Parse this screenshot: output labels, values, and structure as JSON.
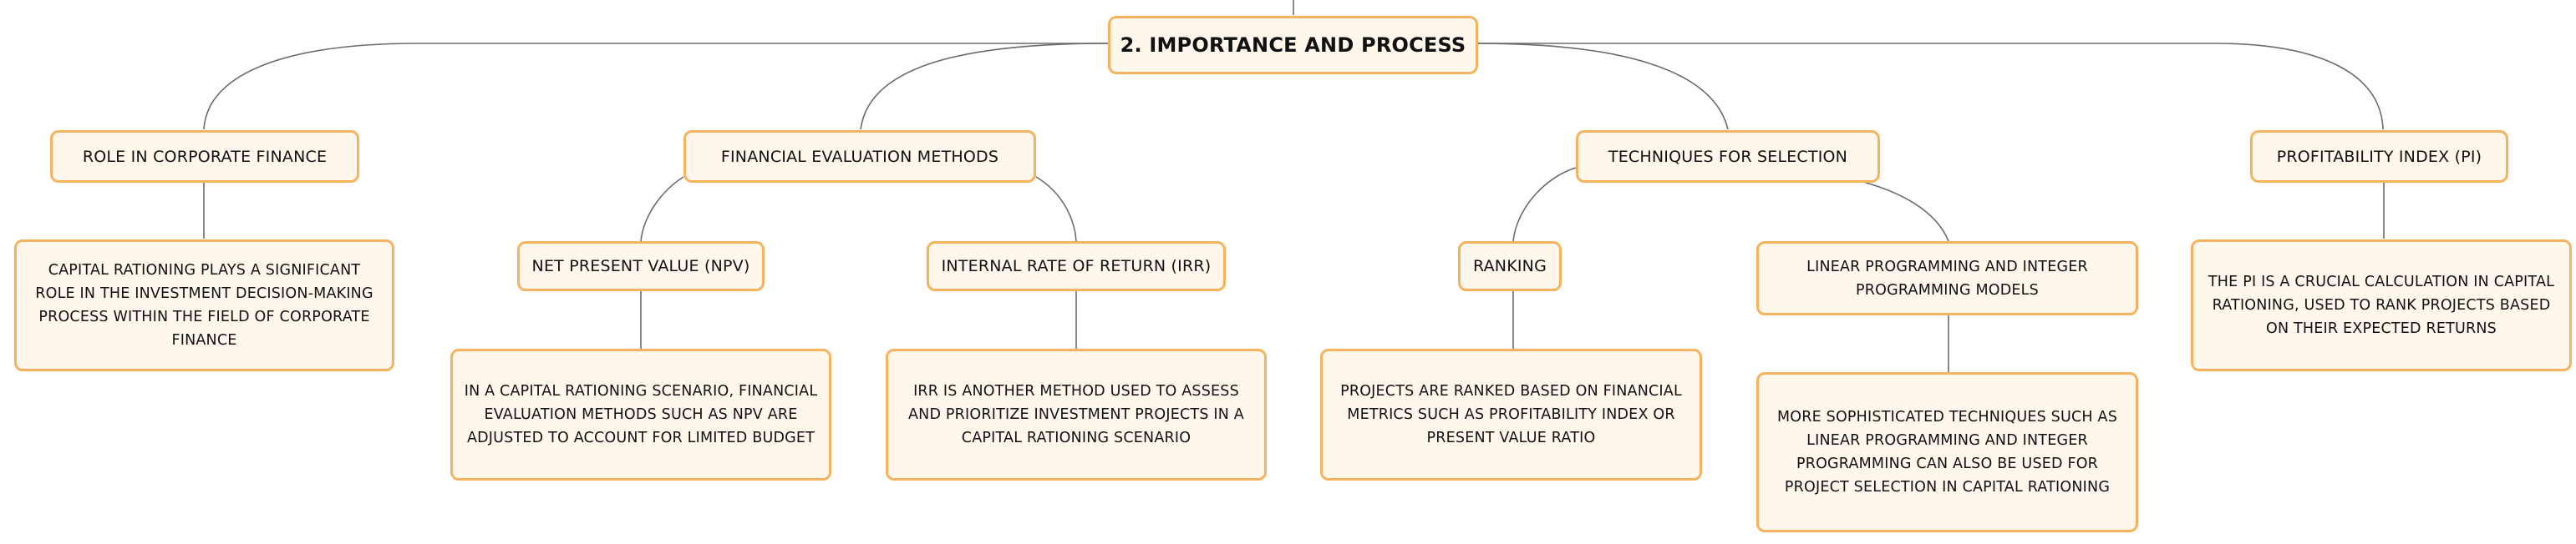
{
  "root": {
    "label": "2. IMPORTANCE AND PROCESS"
  },
  "branches": {
    "role": {
      "label": "ROLE IN CORPORATE FINANCE",
      "note": "CAPITAL RATIONING PLAYS A SIGNIFICANT ROLE IN THE INVESTMENT DECISION-MAKING PROCESS WITHIN THE FIELD OF CORPORATE FINANCE"
    },
    "methods": {
      "label": "FINANCIAL EVALUATION METHODS",
      "npv": {
        "label": "NET PRESENT VALUE (NPV)",
        "note": "IN A CAPITAL RATIONING SCENARIO, FINANCIAL EVALUATION METHODS SUCH AS NPV ARE ADJUSTED TO ACCOUNT FOR LIMITED BUDGET"
      },
      "irr": {
        "label": "INTERNAL RATE OF RETURN (IRR)",
        "note": "IRR IS ANOTHER METHOD USED TO ASSESS AND PRIORITIZE INVESTMENT PROJECTS IN A CAPITAL RATIONING SCENARIO"
      }
    },
    "techniques": {
      "label": "TECHNIQUES FOR SELECTION",
      "ranking": {
        "label": "RANKING",
        "note": "PROJECTS ARE RANKED BASED ON FINANCIAL METRICS SUCH AS PROFITABILITY INDEX OR PRESENT VALUE RATIO"
      },
      "lp": {
        "label": "LINEAR PROGRAMMING AND INTEGER PROGRAMMING MODELS",
        "note": "MORE SOPHISTICATED TECHNIQUES SUCH AS LINEAR PROGRAMMING AND INTEGER PROGRAMMING CAN ALSO BE USED FOR PROJECT SELECTION IN CAPITAL RATIONING"
      }
    },
    "pi": {
      "label": "PROFITABILITY INDEX (PI)",
      "note": "THE PI IS A CRUCIAL CALCULATION IN CAPITAL RATIONING, USED TO RANK PROJECTS BASED ON THEIR EXPECTED RETURNS"
    }
  },
  "colors": {
    "node_fill": "#fff6ec",
    "node_border": "#f5b35e",
    "connector": "#6b6b6b",
    "text": "#111111"
  }
}
